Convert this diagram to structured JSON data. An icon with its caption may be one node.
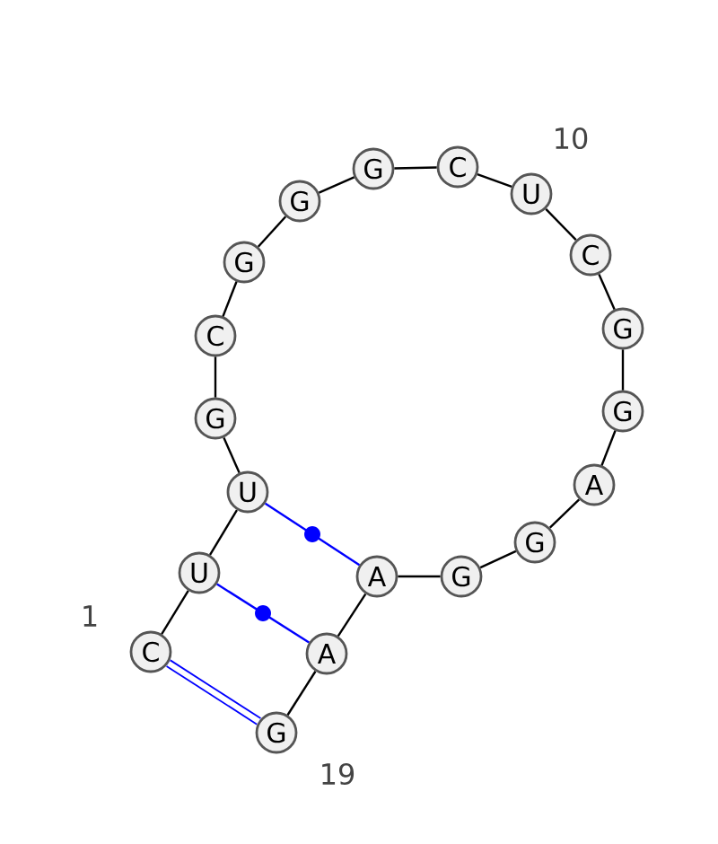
{
  "diagram": {
    "nodes": [
      {
        "text": [
          "C"
        ],
        "beside": [
          "1"
        ]
      },
      {
        "text": [
          "U"
        ]
      },
      {
        "text": [
          "U"
        ]
      },
      {
        "text": [
          "G"
        ]
      },
      {
        "text": [
          "C"
        ]
      },
      {
        "text": [
          "G"
        ]
      },
      {
        "text": [
          "G"
        ]
      },
      {
        "text": [
          "G"
        ]
      },
      {
        "text": [
          "C"
        ]
      },
      {
        "text": [
          "U"
        ],
        "beside": [
          "10"
        ]
      },
      {
        "text": [
          "C"
        ]
      },
      {
        "text": [
          "G"
        ]
      },
      {
        "text": [
          "G"
        ]
      },
      {
        "text": [
          "A"
        ]
      },
      {
        "text": [
          "G"
        ]
      },
      {
        "text": [
          "G"
        ]
      },
      {
        "text": [
          "A"
        ]
      },
      {
        "text": [
          "A"
        ]
      },
      {
        "text": [
          "G"
        ],
        "beside": [
          "19"
        ]
      }
    ],
    "edges": [
      {
        "from": 0,
        "to": 1,
        "arrow": "none"
      },
      {
        "from": 1,
        "to": 2,
        "arrow": "none"
      },
      {
        "from": 2,
        "to": 3,
        "arrow": "none"
      },
      {
        "from": 3,
        "to": 4,
        "arrow": "none"
      },
      {
        "from": 4,
        "to": 5,
        "arrow": "none"
      },
      {
        "from": 5,
        "to": 6,
        "arrow": "none"
      },
      {
        "from": 6,
        "to": 7,
        "arrow": "none"
      },
      {
        "from": 7,
        "to": 8,
        "arrow": "none"
      },
      {
        "from": 8,
        "to": 9,
        "arrow": "none"
      },
      {
        "from": 9,
        "to": 10,
        "arrow": "none"
      },
      {
        "from": 10,
        "to": 11,
        "arrow": "none"
      },
      {
        "from": 11,
        "to": 12,
        "arrow": "none"
      },
      {
        "from": 12,
        "to": 13,
        "arrow": "none"
      },
      {
        "from": 13,
        "to": 14,
        "arrow": "none"
      },
      {
        "from": 14,
        "to": 15,
        "arrow": "none"
      },
      {
        "from": 15,
        "to": 16,
        "arrow": "none"
      },
      {
        "from": 16,
        "to": 17,
        "arrow": "none"
      },
      {
        "from": 17,
        "to": 18,
        "arrow": "none"
      },
      {
        "from": 0,
        "to": 18,
        "arrow": "none",
        "style": "thick",
        "color": "#0000ff"
      },
      {
        "from": 1,
        "to": 17,
        "arrow": "none",
        "color": "#0000ff"
      },
      {
        "from": 2,
        "to": 16,
        "arrow": "none",
        "color": "#0000ff"
      }
    ]
  }
}
